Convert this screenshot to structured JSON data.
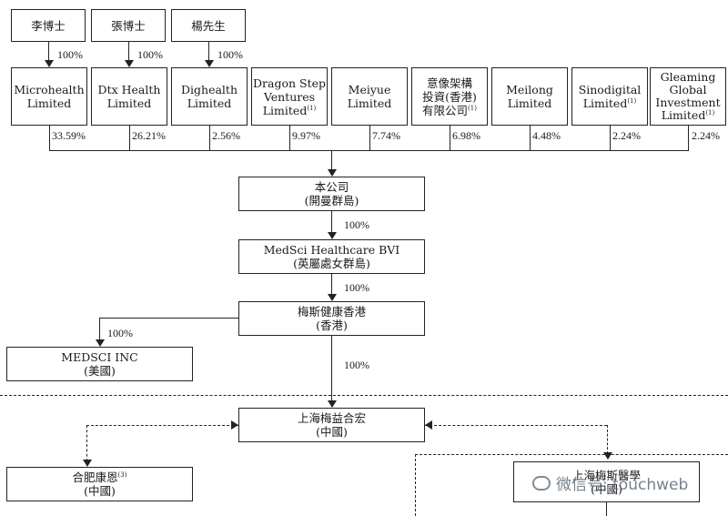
{
  "shareholders": [
    {
      "name": "李博士",
      "pct": "100%"
    },
    {
      "name": "張博士",
      "pct": "100%"
    },
    {
      "name": "楊先生",
      "pct": "100%"
    }
  ],
  "holders": [
    {
      "l1": "Microhealth",
      "l2": "Limited",
      "l3": "",
      "pct": "33.59%"
    },
    {
      "l1": "Dtx Health",
      "l2": "Limited",
      "l3": "",
      "pct": "26.21%"
    },
    {
      "l1": "Dighealth",
      "l2": "Limited",
      "l3": "",
      "pct": "2.56%"
    },
    {
      "l1": "Dragon Step",
      "l2": "Ventures",
      "l3": "Limited",
      "note": "(1)",
      "pct": "9.97%"
    },
    {
      "l1": "Meiyue",
      "l2": "Limited",
      "l3": "",
      "pct": "7.74%"
    },
    {
      "l1": "意像架構",
      "l2": "投資(香港)",
      "l3": "有限公司",
      "note": "(1)",
      "pct": "6.98%"
    },
    {
      "l1": "Meilong",
      "l2": "Limited",
      "l3": "",
      "pct": "4.48%"
    },
    {
      "l1": "Sinodigital",
      "l2": "Limited",
      "note": "(1)",
      "l3": "",
      "pct": "2.24%"
    },
    {
      "l1": "Gleaming",
      "l2": "Global",
      "l3": "Investment",
      "l4": "Limited",
      "note": "(1)",
      "pct": "2.24%"
    }
  ],
  "company": {
    "name": "本公司",
    "place": "(開曼群島)"
  },
  "bvi": {
    "name": "MedSci Healthcare BVI",
    "place": "(英屬處女群島)",
    "pct": "100%"
  },
  "hk": {
    "name": "梅斯健康香港",
    "place": "(香港)",
    "pct": "100%"
  },
  "inc": {
    "name": "MEDSCI INC",
    "place": "(美國)",
    "pct": "100%"
  },
  "sh": {
    "name": "上海梅益合宏",
    "place": "(中國)",
    "pct": "100%"
  },
  "hefei": {
    "name": "合肥康恩",
    "note": "(3)",
    "place": "(中國)"
  },
  "medical": {
    "name": "上海梅斯醫學",
    "place": "(中國)"
  },
  "watermark": {
    "text": "微信号: touchweb"
  }
}
